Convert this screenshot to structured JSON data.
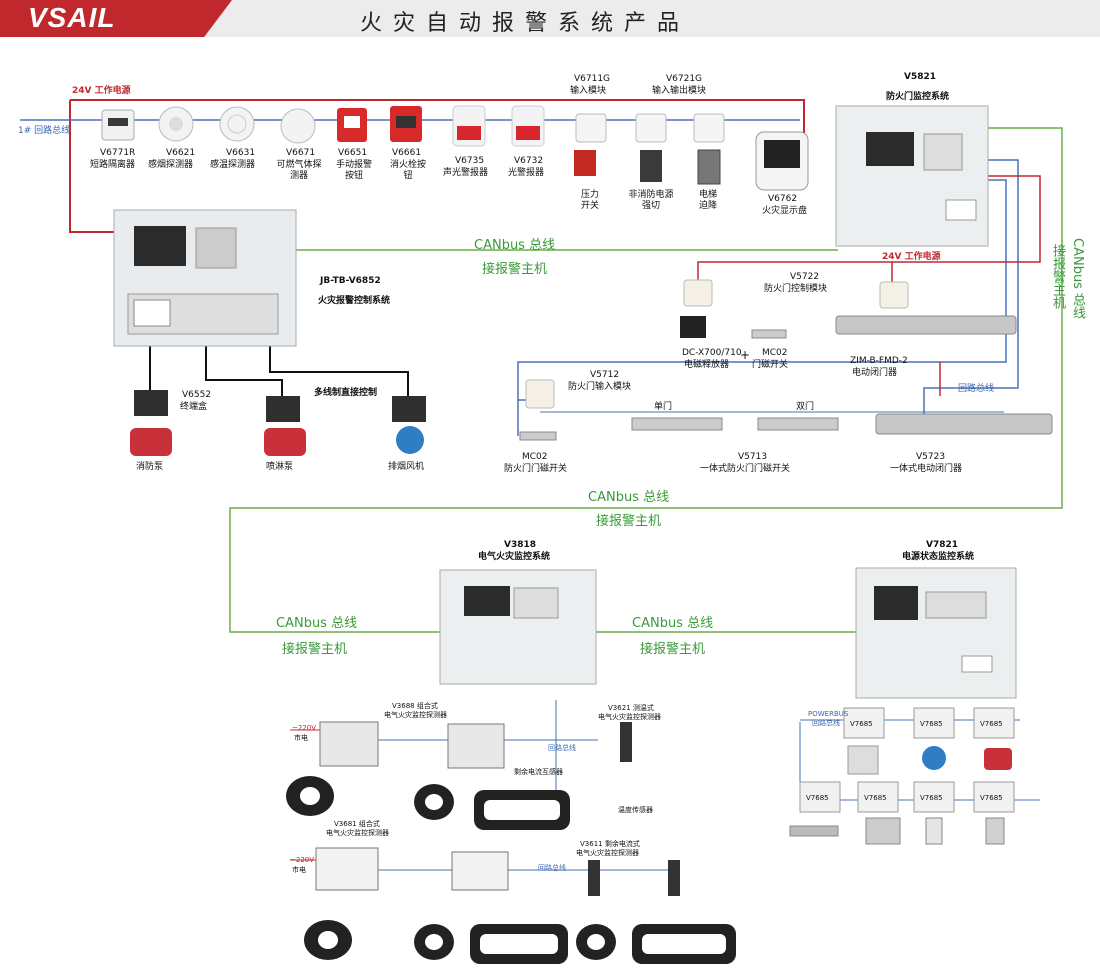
{
  "header": {
    "brand": "VSAIL",
    "title": "火 灾 自 动 报 警 系 统 产 品"
  },
  "top": {
    "power_label": "24V 工作电源",
    "loop_label": "1# 回路总线",
    "devices": [
      {
        "model": "V6771R",
        "name": "短路隔离器"
      },
      {
        "model": "V6621",
        "name": "感烟探测器"
      },
      {
        "model": "V6631",
        "name": "感温探测器"
      },
      {
        "model": "V6671",
        "name": "可燃气体探测器"
      },
      {
        "model": "V6651",
        "name": "手动报警按钮"
      },
      {
        "model": "V6661",
        "name": "消火栓按钮"
      },
      {
        "model": "V6735",
        "name": "声光警报器"
      },
      {
        "model": "V6732",
        "name": "光警报器"
      }
    ],
    "v6711g": {
      "model": "V6711G",
      "name": "输入模块",
      "device": "压力开关"
    },
    "v6721g": {
      "model": "V6721G",
      "name": "输入输出模块",
      "dev1": "非消防电源强切",
      "dev2": "电梯迫降"
    },
    "v6762": {
      "model": "V6762",
      "name": "火灾显示盘"
    }
  },
  "v5821": {
    "model": "V5821",
    "name": "防火门监控系统"
  },
  "main_panel": {
    "model": "JB-TB-V6852",
    "name": "火灾报警控制系统"
  },
  "canbus": {
    "bus": "CANbus  总线",
    "host": "接报警主机"
  },
  "linkage": {
    "v6552_model": "V6552",
    "v6552_name": "终端盒",
    "multi": "多线制直接控制",
    "pump1": "消防泵",
    "pump2": "喷淋泵",
    "fan": "排烟风机"
  },
  "doors": {
    "power_label": "24V 工作电源",
    "v5722": {
      "model": "V5722",
      "name": "防火门控制模块"
    },
    "dc": {
      "model": "DC-X700/710",
      "name": "电磁释放器"
    },
    "plus": "+",
    "mc02a": {
      "model": "MC02",
      "name": "门磁开关"
    },
    "zim": {
      "model": "ZIM-B-FMD-2",
      "name": "电动闭门器"
    },
    "loop_label": "回路总线",
    "v5712": {
      "model": "V5712",
      "name": "防火门输入模块"
    },
    "single": "单门",
    "double": "双门",
    "mc02b": {
      "model": "MC02",
      "name": "防火门门磁开关"
    },
    "v5713": {
      "model": "V5713",
      "name": "一体式防火门门磁开关"
    },
    "v5723": {
      "model": "V5723",
      "name": "一体式电动闭门器"
    }
  },
  "mid_bus": {
    "bus": "CANbus  总线",
    "host": "接报警主机"
  },
  "v3818": {
    "model": "V3818",
    "name": "电气火灾监控系统"
  },
  "v7821": {
    "model": "V7821",
    "name": "电源状态监控系统"
  },
  "left_bus": {
    "bus": "CANbus  总线",
    "host": "接报警主机"
  },
  "right_bus": {
    "bus": "CANbus  总线",
    "host": "接报警主机"
  },
  "electrical": {
    "v3688": {
      "model": "V3688  组合式",
      "name": "电气火灾监控探测器"
    },
    "v3621": {
      "model": "V3621 测温式",
      "name": "电气火灾监控探测器"
    },
    "mains1": "~220V",
    "mains1b": "市电",
    "loop": "回路总线",
    "residual": "剩余电流互感器",
    "temp_sensor": "温度传感器",
    "v3681": {
      "model": "V3681  组合式",
      "name": "电气火灾监控探测器"
    },
    "v3611": {
      "model": "V3611  剩余电流式",
      "name": "电气火灾监控探测器"
    },
    "mains2": "~220V",
    "mains2b": "市电",
    "loop2": "回路总线"
  },
  "power_monitor": {
    "bus_label": "POWERBUS\n回路总线",
    "modules": [
      "V7685",
      "V7685",
      "V7685",
      "V7685",
      "V7685",
      "V7685",
      "V7685"
    ]
  }
}
